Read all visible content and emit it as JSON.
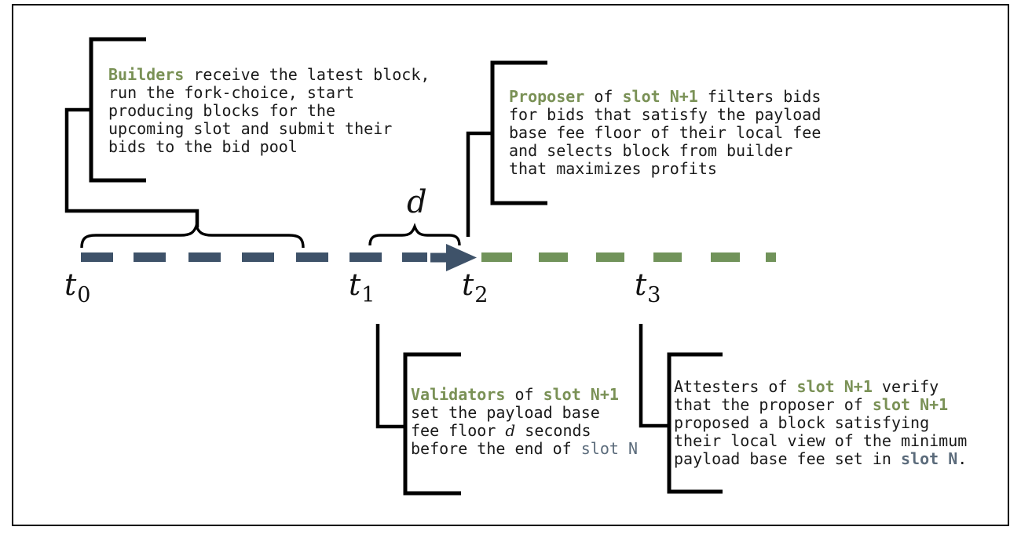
{
  "colors": {
    "timeline_slot_n": "#3e5269",
    "timeline_slot_n1": "#71935a",
    "term_green": "#7a9156",
    "term_slate": "#5b6b7b",
    "text": "#1a1a1a",
    "line": "#000000"
  },
  "timeline": {
    "labels": [
      {
        "base": "t",
        "sub": "0"
      },
      {
        "base": "t",
        "sub": "1"
      },
      {
        "base": "t",
        "sub": "2"
      },
      {
        "base": "t",
        "sub": "3"
      }
    ],
    "interval_label": "d",
    "segments": [
      {
        "name": "slot-n",
        "style": "dashed",
        "color_key": "timeline_slot_n"
      },
      {
        "name": "slot-n-plus-1",
        "style": "dashed",
        "color_key": "timeline_slot_n1"
      }
    ]
  },
  "annotations": {
    "builders": {
      "segments": [
        {
          "t": "Builders",
          "s": "green"
        },
        {
          "t": " receive the latest block,\nrun the fork-choice, start\nproducing blocks for the\nupcoming slot and submit their\nbids to the bid pool",
          "s": ""
        }
      ]
    },
    "proposer": {
      "segments": [
        {
          "t": "Proposer",
          "s": "green"
        },
        {
          "t": " of ",
          "s": ""
        },
        {
          "t": "slot N+1",
          "s": "green"
        },
        {
          "t": " filters bids\nfor bids that satisfy the payload\nbase fee floor of their local fee\nand selects block from builder\nthat maximizes profits",
          "s": ""
        }
      ]
    },
    "validators": {
      "segments": [
        {
          "t": "Validators",
          "s": "green"
        },
        {
          "t": " of ",
          "s": ""
        },
        {
          "t": "slot N+1",
          "s": "green"
        },
        {
          "t": "\nset the payload base\nfee floor ",
          "s": ""
        },
        {
          "t": "d",
          "s": "math"
        },
        {
          "t": " seconds\nbefore the end of ",
          "s": ""
        },
        {
          "t": "slot N",
          "s": "slate"
        }
      ]
    },
    "attesters": {
      "segments": [
        {
          "t": "Attesters of ",
          "s": ""
        },
        {
          "t": "slot N+1",
          "s": "green"
        },
        {
          "t": " verify\nthat the proposer of ",
          "s": ""
        },
        {
          "t": "slot N+1",
          "s": "green"
        },
        {
          "t": "\nproposed a block satisfying\ntheir local view of the minimum\npayload base fee set in ",
          "s": ""
        },
        {
          "t": "slot N",
          "s": "slate-bold"
        },
        {
          "t": ".",
          "s": ""
        }
      ]
    }
  }
}
